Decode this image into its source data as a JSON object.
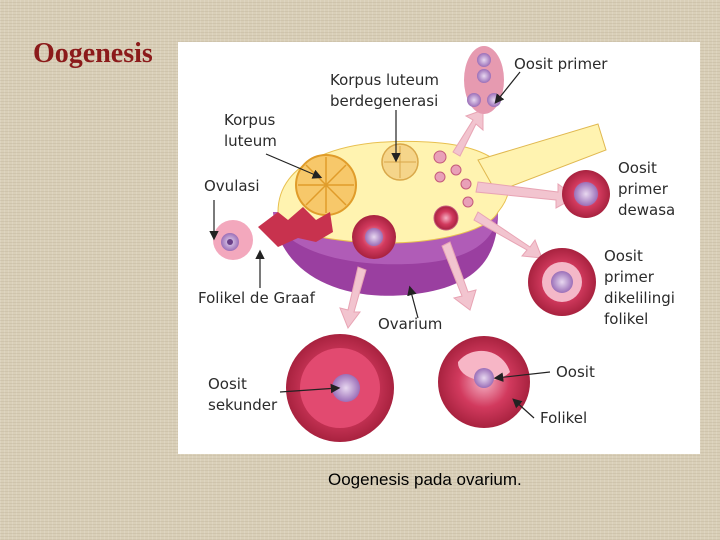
{
  "slide": {
    "title": "Oogenesis"
  },
  "figure": {
    "labels": {
      "oosit_primer": "Oosit  primer",
      "korpus_luteum_degen_1": "Korpus  luteum",
      "korpus_luteum_degen_2": "berdegenerasi",
      "korpus_luteum_1": "Korpus",
      "korpus_luteum_2": "luteum",
      "ovulasi": "Ovulasi",
      "oosit_primer_dewasa_1": "Oosit",
      "oosit_primer_dewasa_2": "primer",
      "oosit_primer_dewasa_3": "dewasa",
      "oosit_dikelilingi_1": "Oosit",
      "oosit_dikelilingi_2": "primer",
      "oosit_dikelilingi_3": "dikelilingi",
      "oosit_dikelilingi_4": "folikel",
      "folikel_de_graaf": "Folikel  de  Graaf",
      "ovarium": "Ovarium",
      "oosit_sekunder_1": "Oosit",
      "oosit_sekunder_2": "sekunder",
      "oosit": "Oosit",
      "folikel": "Folikel"
    },
    "caption": "Oogenesis pada ovarium."
  },
  "colors": {
    "title": "#8b1a1a",
    "ovary_purple": "#9a3fa0",
    "ovary_top": "#fff3b0",
    "follicle_red": "#c8324e",
    "arrow_pink": "#f2c4cf",
    "corpus_yellow": "#f7c86a"
  }
}
